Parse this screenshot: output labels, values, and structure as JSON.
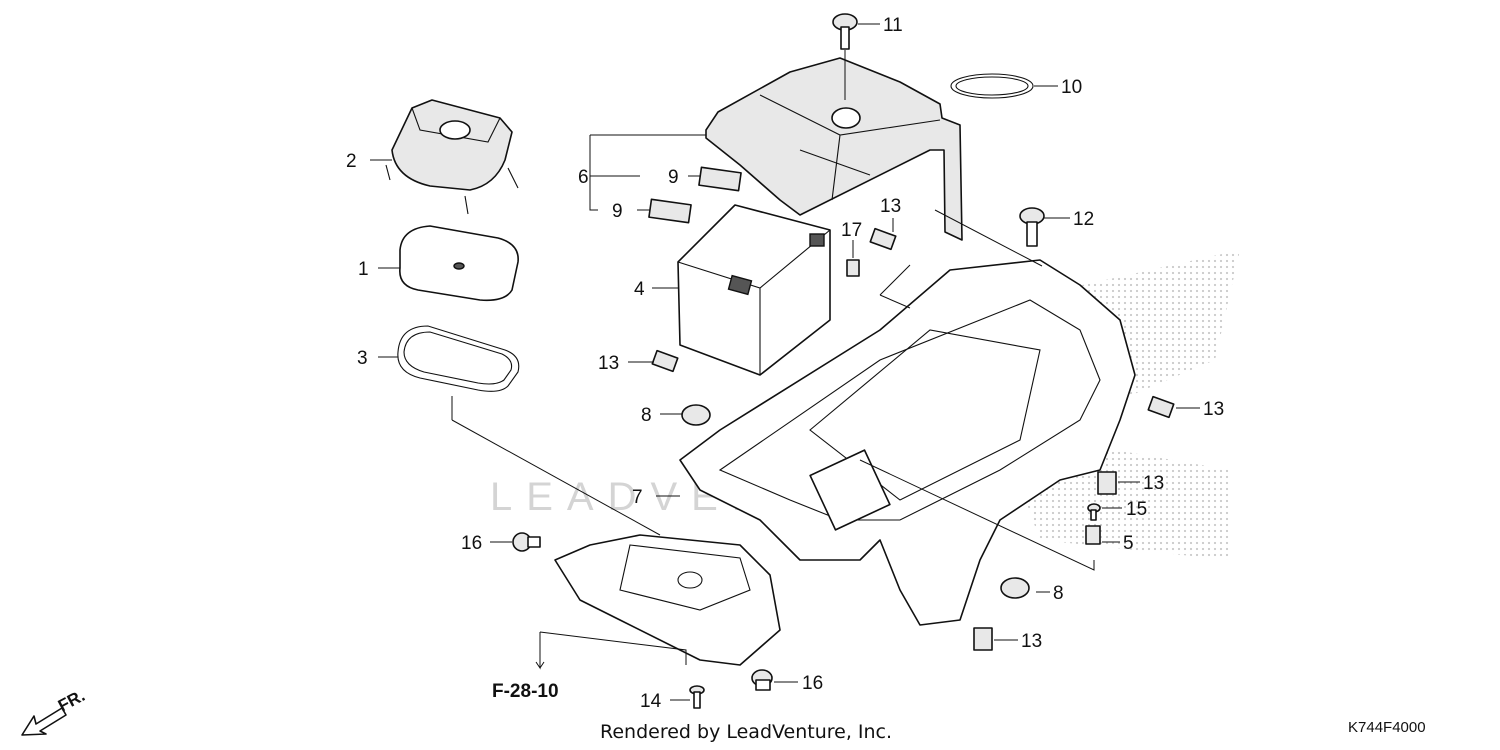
{
  "diagram": {
    "callouts": {
      "c1": "1",
      "c2": "2",
      "c3": "3",
      "c4": "4",
      "c5": "5",
      "c6": "6",
      "c7": "7",
      "c8a": "8",
      "c8b": "8",
      "c9a": "9",
      "c9b": "9",
      "c10": "10",
      "c11": "11",
      "c12": "12",
      "c13a": "13",
      "c13b": "13",
      "c13c": "13",
      "c13d": "13",
      "c13e": "13",
      "c14": "14",
      "c15": "15",
      "c16a": "16",
      "c16b": "16",
      "c17": "17"
    },
    "reference": "F-28-10",
    "front_label": "FR.",
    "credit": "Rendered by LeadVenture, Inc.",
    "diagram_code": "K744F4000",
    "watermark": "LEADVENTURE"
  }
}
